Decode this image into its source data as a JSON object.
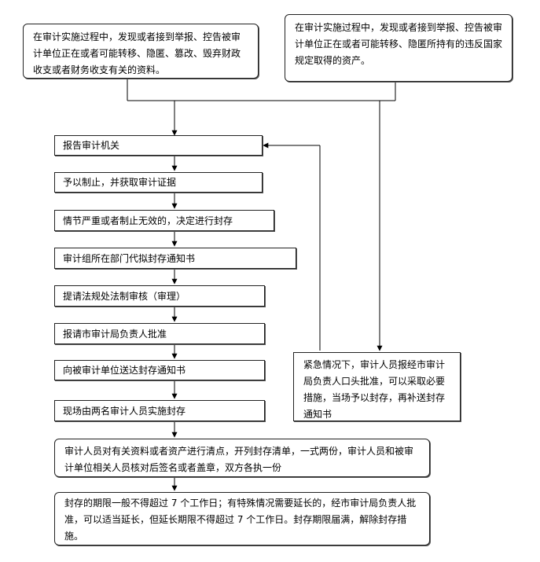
{
  "diagram": {
    "top_left": "在审计实施过程中，发现或者接到举报、控告被审计单位正在或者可能转移、隐匿、篡改、毁弃财政收支或者财务收支有关的资料。",
    "top_right": "在审计实施过程中，发现或者接到举报、控告被审计单位正在或者可能转移、隐匿所持有的违反国家规定取得的资产。",
    "steps": [
      "报告审计机关",
      "予以制止，并获取审计证据",
      "情节严重或者制止无效的，决定进行封存",
      "审计组所在部门代拟封存通知书",
      "提请法规处法制审核（审理）",
      "报请市审计局负责人批准",
      "向被审计单位送达封存通知书",
      "现场由两名审计人员实施封存"
    ],
    "emergency": "紧急情况下，审计人员报经市审计局负责人口头批准，可以采取必要措施，当场予以封存，再补送封存通知书",
    "inventory": "审计人员对有关资料或者资产进行清点，开列封存清单，一式两份，审计人员和被审计单位相关人员核对后签名或者盖章，双方各执一份",
    "period": "封存的期限一般不得超过 7 个工作日；有特殊情况需要延长的，经市审计局负责人批准，可以适当延长，但延长期限不得超过 7 个工作日。封存期限届满，解除封存措施。"
  }
}
